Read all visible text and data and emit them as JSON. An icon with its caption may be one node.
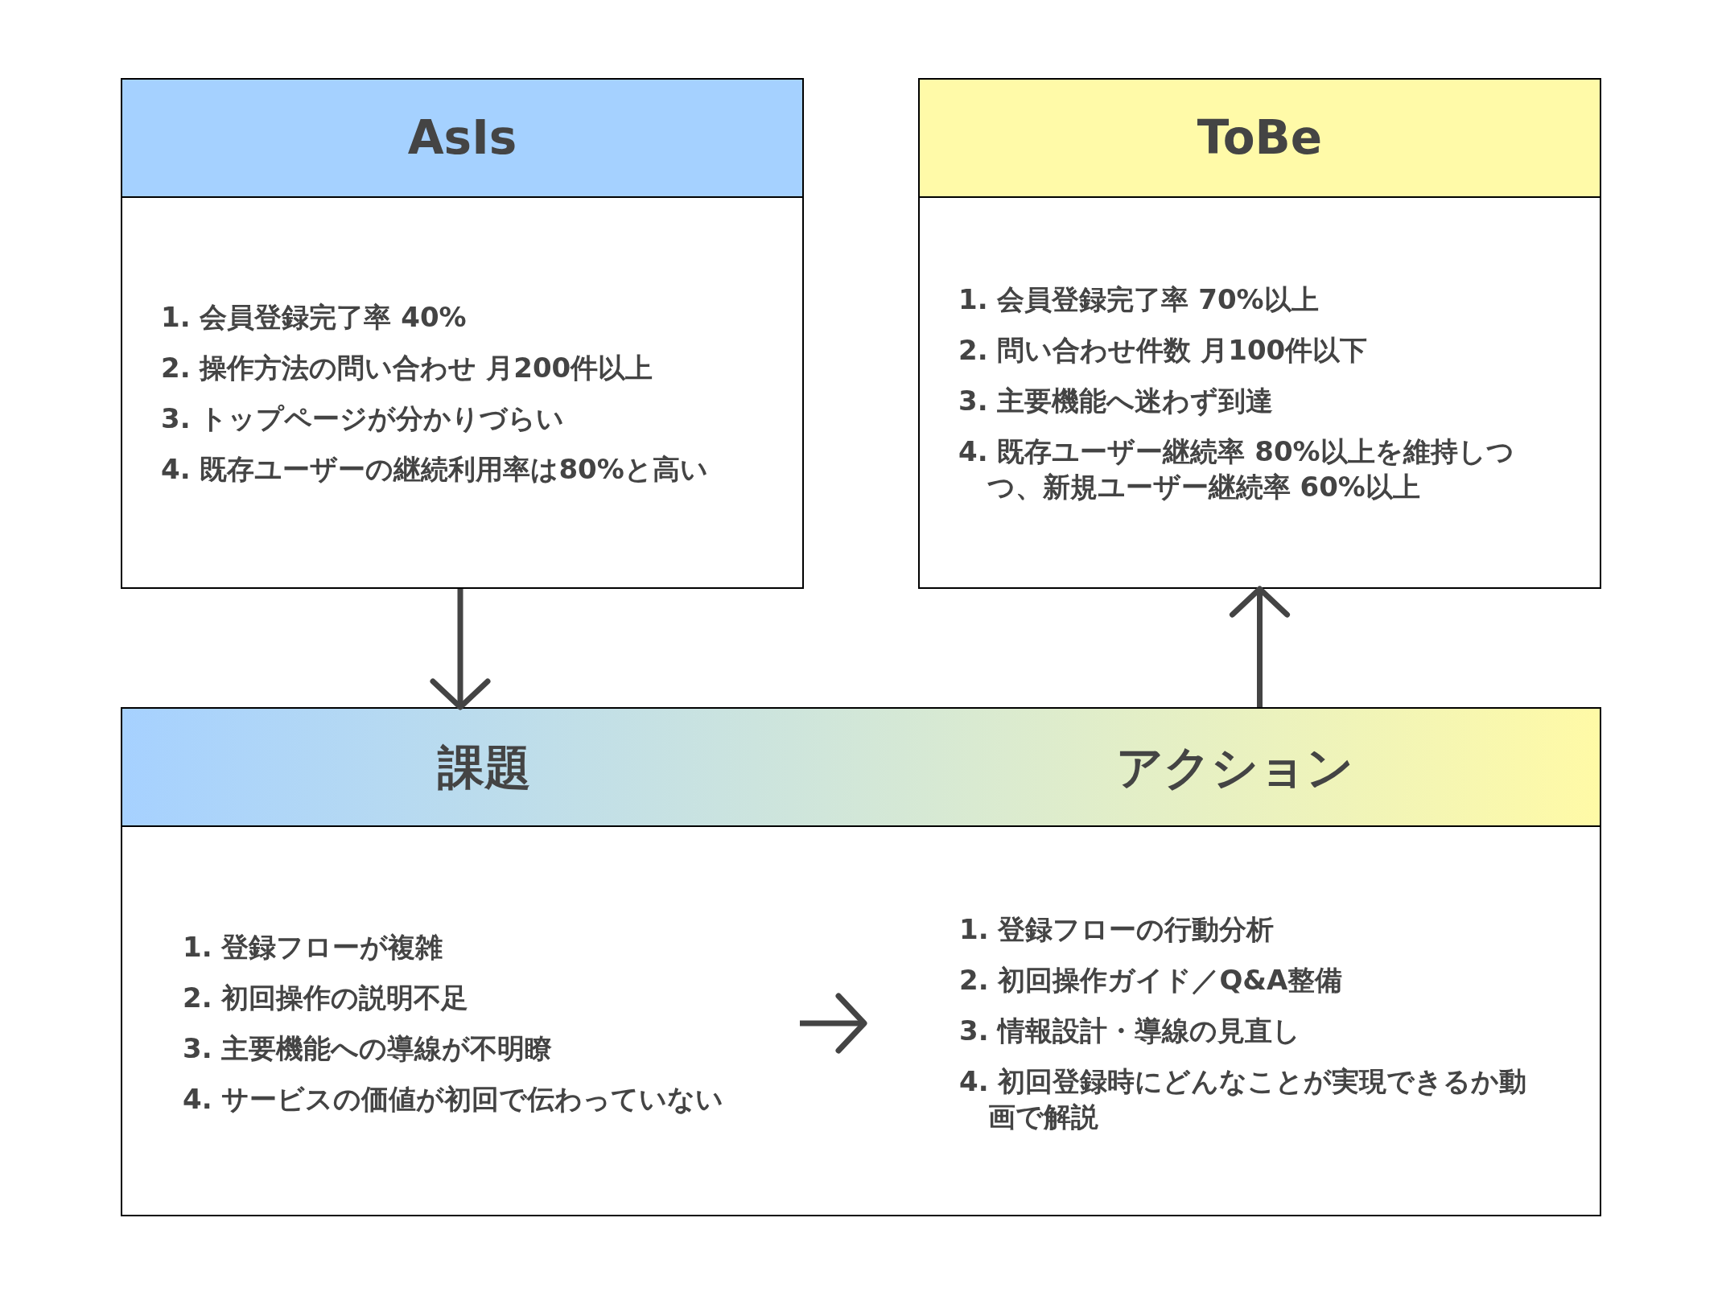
{
  "diagram": {
    "nodes": [
      {
        "text": [
          "AsIs",
          "1. 会員登録完了率 40%",
          "2. 操作方法の問い合わせ 月200件以上",
          "3. トップページが分かりづらい",
          "4. 既存ユーザーの継続利用率は80%と高い"
        ]
      },
      {
        "text": [
          "ToBe",
          "1. 会員登録完了率 70%以上",
          "2. 問い合わせ件数 月100件以下",
          "3. 主要機能へ迷わず到達",
          "4. 既存ユーザー継続率 80%以上を維持しつつ、新規ユーザー継続率 60%以上"
        ]
      },
      {
        "text": [],
        "shape": "box"
      },
      {
        "text": [
          "課題",
          "1. 登録フローが複雑",
          "2. 初回操作の説明不足",
          "3. 主要機能への導線が不明瞭",
          "4. サービスの価値が初回で伝わっていない"
        ],
        "in": 2
      },
      {
        "text": [
          "アクション",
          "1. 登録フローの行動分析",
          "2. 初回操作ガイド／Q&A整備",
          "3. 情報設計・導線の見直し",
          "4. 初回登録時にどんなことが実現できるか動画で解説"
        ],
        "in": 2
      }
    ],
    "edges": [
      {
        "from": 0,
        "to": 3,
        "arrow": "to"
      },
      {
        "from": 4,
        "to": 1,
        "arrow": "to"
      },
      {
        "from": 3,
        "to": 4,
        "arrow": "to"
      }
    ]
  }
}
